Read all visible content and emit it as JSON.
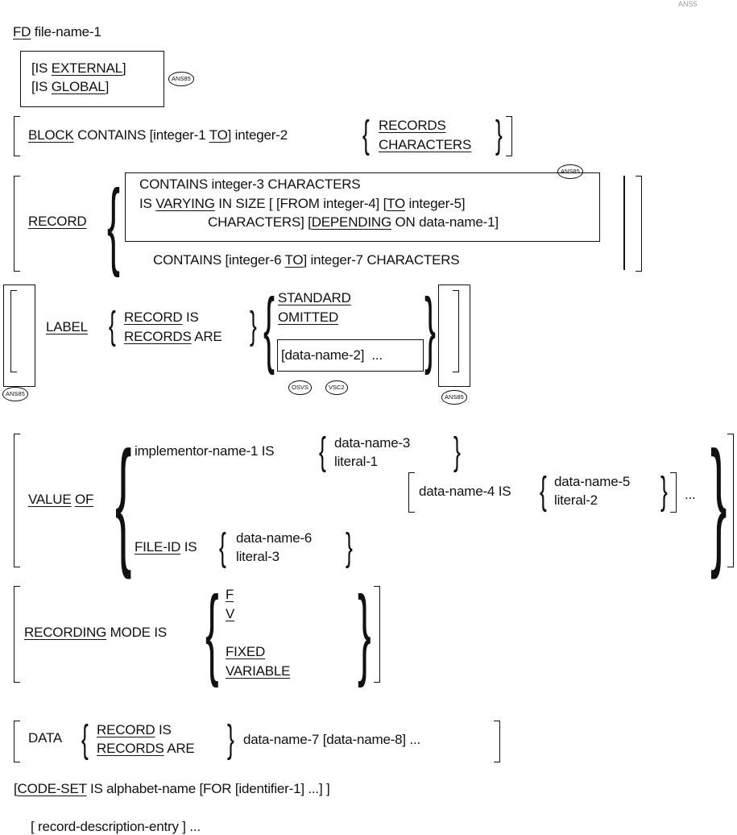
{
  "corner_text": "ANS5",
  "fd": {
    "keyword": "FD",
    "name": "file-name-1"
  },
  "external_clause": {
    "line1_pre": "IS ",
    "line1_kw": "EXTERNAL",
    "line2_pre": "IS ",
    "line2_kw": "GLOBAL",
    "tag": "ANS85"
  },
  "block_clause": {
    "kw": "BLOCK",
    "t1": " CONTAINS [integer-1 ",
    "kw2": "TO",
    "t2": "] integer-2",
    "opt1": "RECORDS",
    "opt2": "CHARACTERS"
  },
  "record_clause": {
    "kw": "RECORD",
    "tag": "ANS85",
    "line1": "CONTAINS integer-3 CHARACTERS",
    "line2_pre": "IS ",
    "line2_kw": "VARYING",
    "line2_mid": " IN SIZE [ [FROM integer-4] [",
    "line2_kw2": "TO",
    "line2_end": " integer-5]",
    "line3_pre": "CHARACTERS] [",
    "line3_kw": "DEPENDING",
    "line3_end": " ON data-name-1]",
    "line4_pre": "CONTAINS [integer-6 ",
    "line4_kw": "TO",
    "line4_end": "] integer-7 CHARACTERS"
  },
  "label_clause": {
    "kw": "LABEL",
    "opt1_kw": "RECORD",
    "opt1_rest": " IS",
    "opt2_kw": "RECORDS",
    "opt2_rest": " ARE",
    "v1": "STANDARD",
    "v2": "OMITTED",
    "v3": "data-name-2",
    "ellipsis": "...",
    "tag_left": "ANS85",
    "tag_osvs": "OSVS",
    "tag_vsc2": "VSC2",
    "tag_right": "ANS85"
  },
  "value_clause": {
    "kw1": "VALUE",
    "kw2": "OF",
    "impl": "implementor-name-1 IS",
    "dn3": "data-name-3",
    "lit1": "literal-1",
    "dn4": "data-name-4 IS",
    "dn5": "data-name-5",
    "lit2": "literal-2",
    "ellipsis": "...",
    "fileid_kw": "FILE-ID",
    "fileid_rest": " IS",
    "dn6": "data-name-6",
    "lit3": "literal-3"
  },
  "recording_clause": {
    "kw": "RECORDING",
    "rest": " MODE IS",
    "o1": "F",
    "o2": "V",
    "o3": "FIXED",
    "o4": "VARIABLE"
  },
  "data_clause": {
    "kw": "DATA",
    "opt1_kw": "RECORD",
    "opt1_rest": " IS",
    "opt2_kw": "RECORDS",
    "opt2_rest": " ARE",
    "rest": "data-name-7 [data-name-8] ..."
  },
  "codeset_clause": {
    "pre": "[",
    "kw": "CODE-SET",
    "rest": " IS alphabet-name   [FOR [identifier-1] ...]   ]"
  },
  "record_description": {
    "text": "[ record-description-entry ] ..."
  }
}
